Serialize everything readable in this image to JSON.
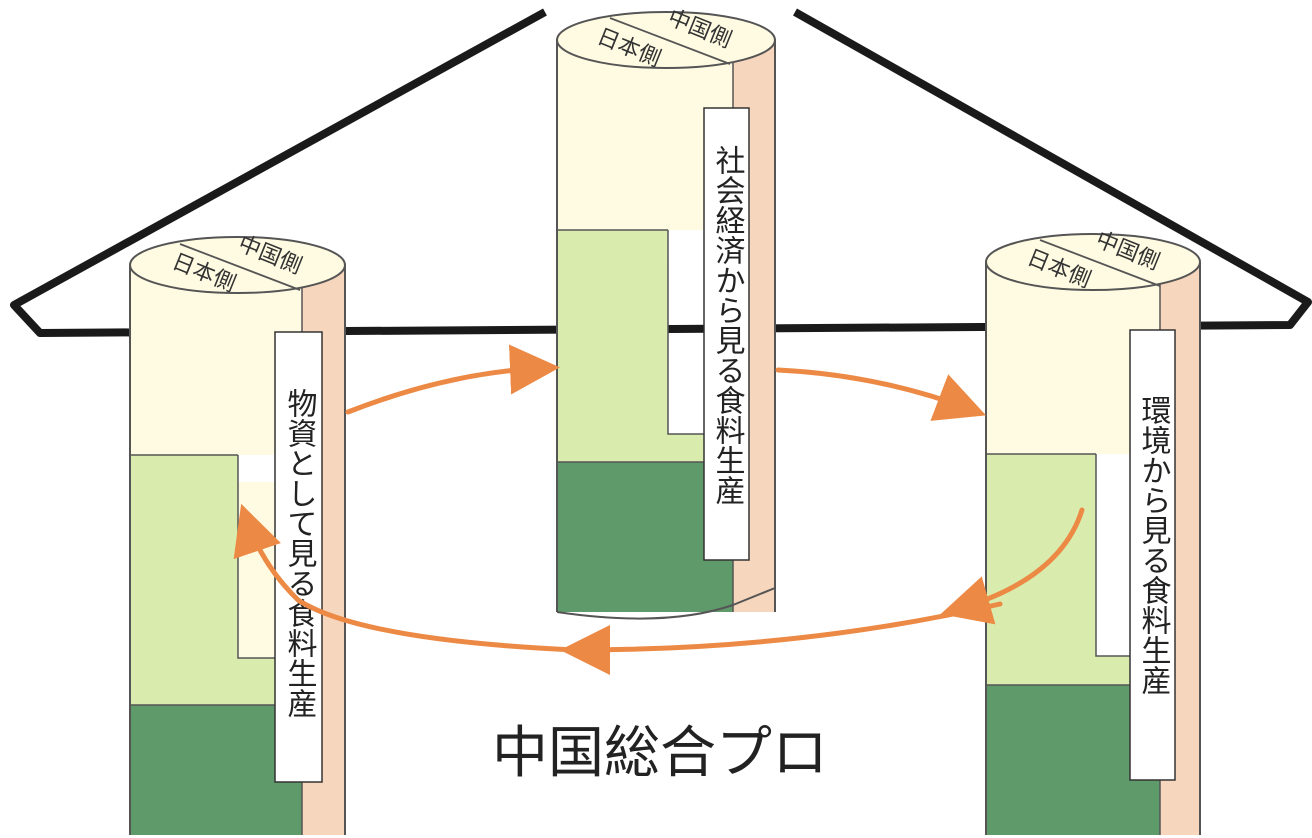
{
  "title": "中国総合プロ",
  "colors": {
    "roof": "#1a1a1a",
    "top_band": "#fffbe2",
    "middle_band": "#d9ecae",
    "bottom_band": "#5f9a6a",
    "side_strip": "#f6d6bc",
    "arrow": "#ec8a45"
  },
  "pillars": [
    {
      "top_left_label": "日本側",
      "top_right_label": "中国側",
      "label": "物資として見る食料生産"
    },
    {
      "top_left_label": "日本側",
      "top_right_label": "中国側",
      "label": "社会経済から見る食料生産"
    },
    {
      "top_left_label": "日本側",
      "top_right_label": "中国側",
      "label": "環境から見る食料生産"
    }
  ]
}
